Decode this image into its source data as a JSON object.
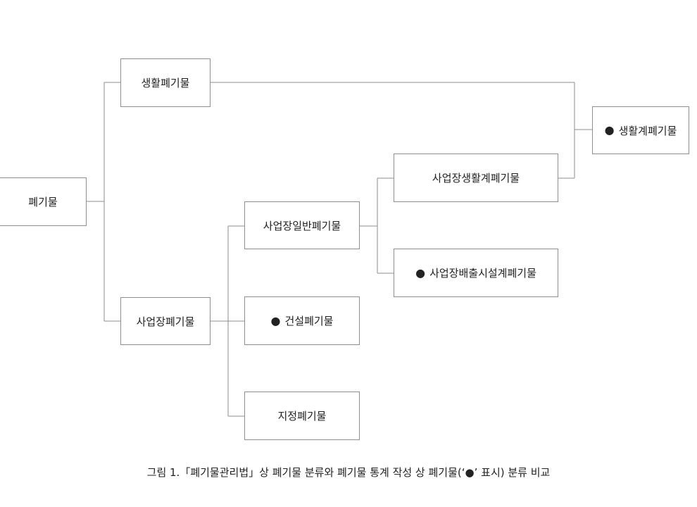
{
  "diagram": {
    "marker_symbol": "●",
    "nodes": {
      "waste": {
        "label": "폐기물"
      },
      "household_waste": {
        "label": "생활폐기물"
      },
      "business_waste": {
        "label": "사업장폐기물"
      },
      "business_general_waste": {
        "label": "사업장일반폐기물"
      },
      "construction_waste": {
        "label": "건설폐기물",
        "marked": true
      },
      "designated_waste": {
        "label": "지정폐기물"
      },
      "business_household_waste": {
        "label": "사업장생활계폐기물"
      },
      "business_facility_waste": {
        "label": "사업장배출시설계폐기물",
        "marked": true
      },
      "household_type_waste": {
        "label": "생활계폐기물",
        "marked": true
      }
    }
  },
  "caption": {
    "text": "그림 1.「폐기물관리법」상 폐기물 분류와 폐기물 통계 작성 상 폐기물(‘●’ 표시) 분류 비교"
  }
}
